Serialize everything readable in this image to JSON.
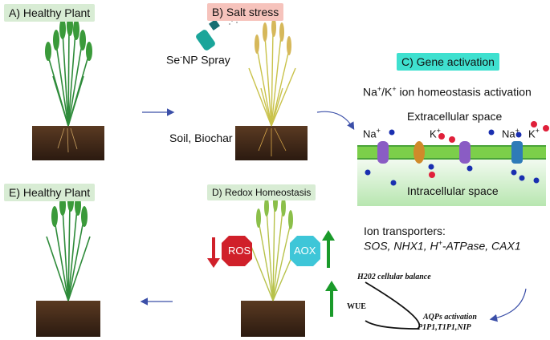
{
  "panels": {
    "a": {
      "label": "A) Healthy Plant"
    },
    "b": {
      "label": "B) Salt stress"
    },
    "c": {
      "label": "C) Gene activation"
    },
    "d": {
      "label": "D) Redox Homeostasis"
    },
    "e": {
      "label": "E) Healthy Plant"
    }
  },
  "treatments": {
    "spray_prefix": "Se",
    "spray_sup": "-",
    "spray_suffix": "NP Spray",
    "soil": "Soil, Biochar"
  },
  "gene_activation": {
    "homeostasis_na": "Na",
    "homeostasis_na_sup": "+",
    "homeostasis_sep": "/K",
    "homeostasis_k_sup": "+",
    "homeostasis_rest": " ion homeostasis activation",
    "extracellular": "Extracellular space",
    "intracellular": "Intracellular space",
    "ion_na": "Na",
    "ion_k": "K",
    "ion_sup": "+",
    "transporters_title": "Ion transporters:",
    "transporters_list_a": "SOS, NHX1, H",
    "transporters_list_sup": "+",
    "transporters_list_b": "-ATPase, CAX1"
  },
  "redox": {
    "ros": "ROS",
    "aox": "AOX"
  },
  "water": {
    "h2o2": "H202  cellular balance",
    "wue": "WUE",
    "aqp_title": "AQPs activation",
    "aqp_genes": "P1P1,T1P1,NIP"
  },
  "colors": {
    "healthy_green": "#2e8b3a",
    "stress_yellow": "#c9c24a",
    "ros_red": "#d0202a",
    "aox_cyan": "#3ec6d8",
    "arrow_blue": "#3b4fa8",
    "arrow_green": "#1a9a2a",
    "membrane_green": "#7ccf4a"
  }
}
